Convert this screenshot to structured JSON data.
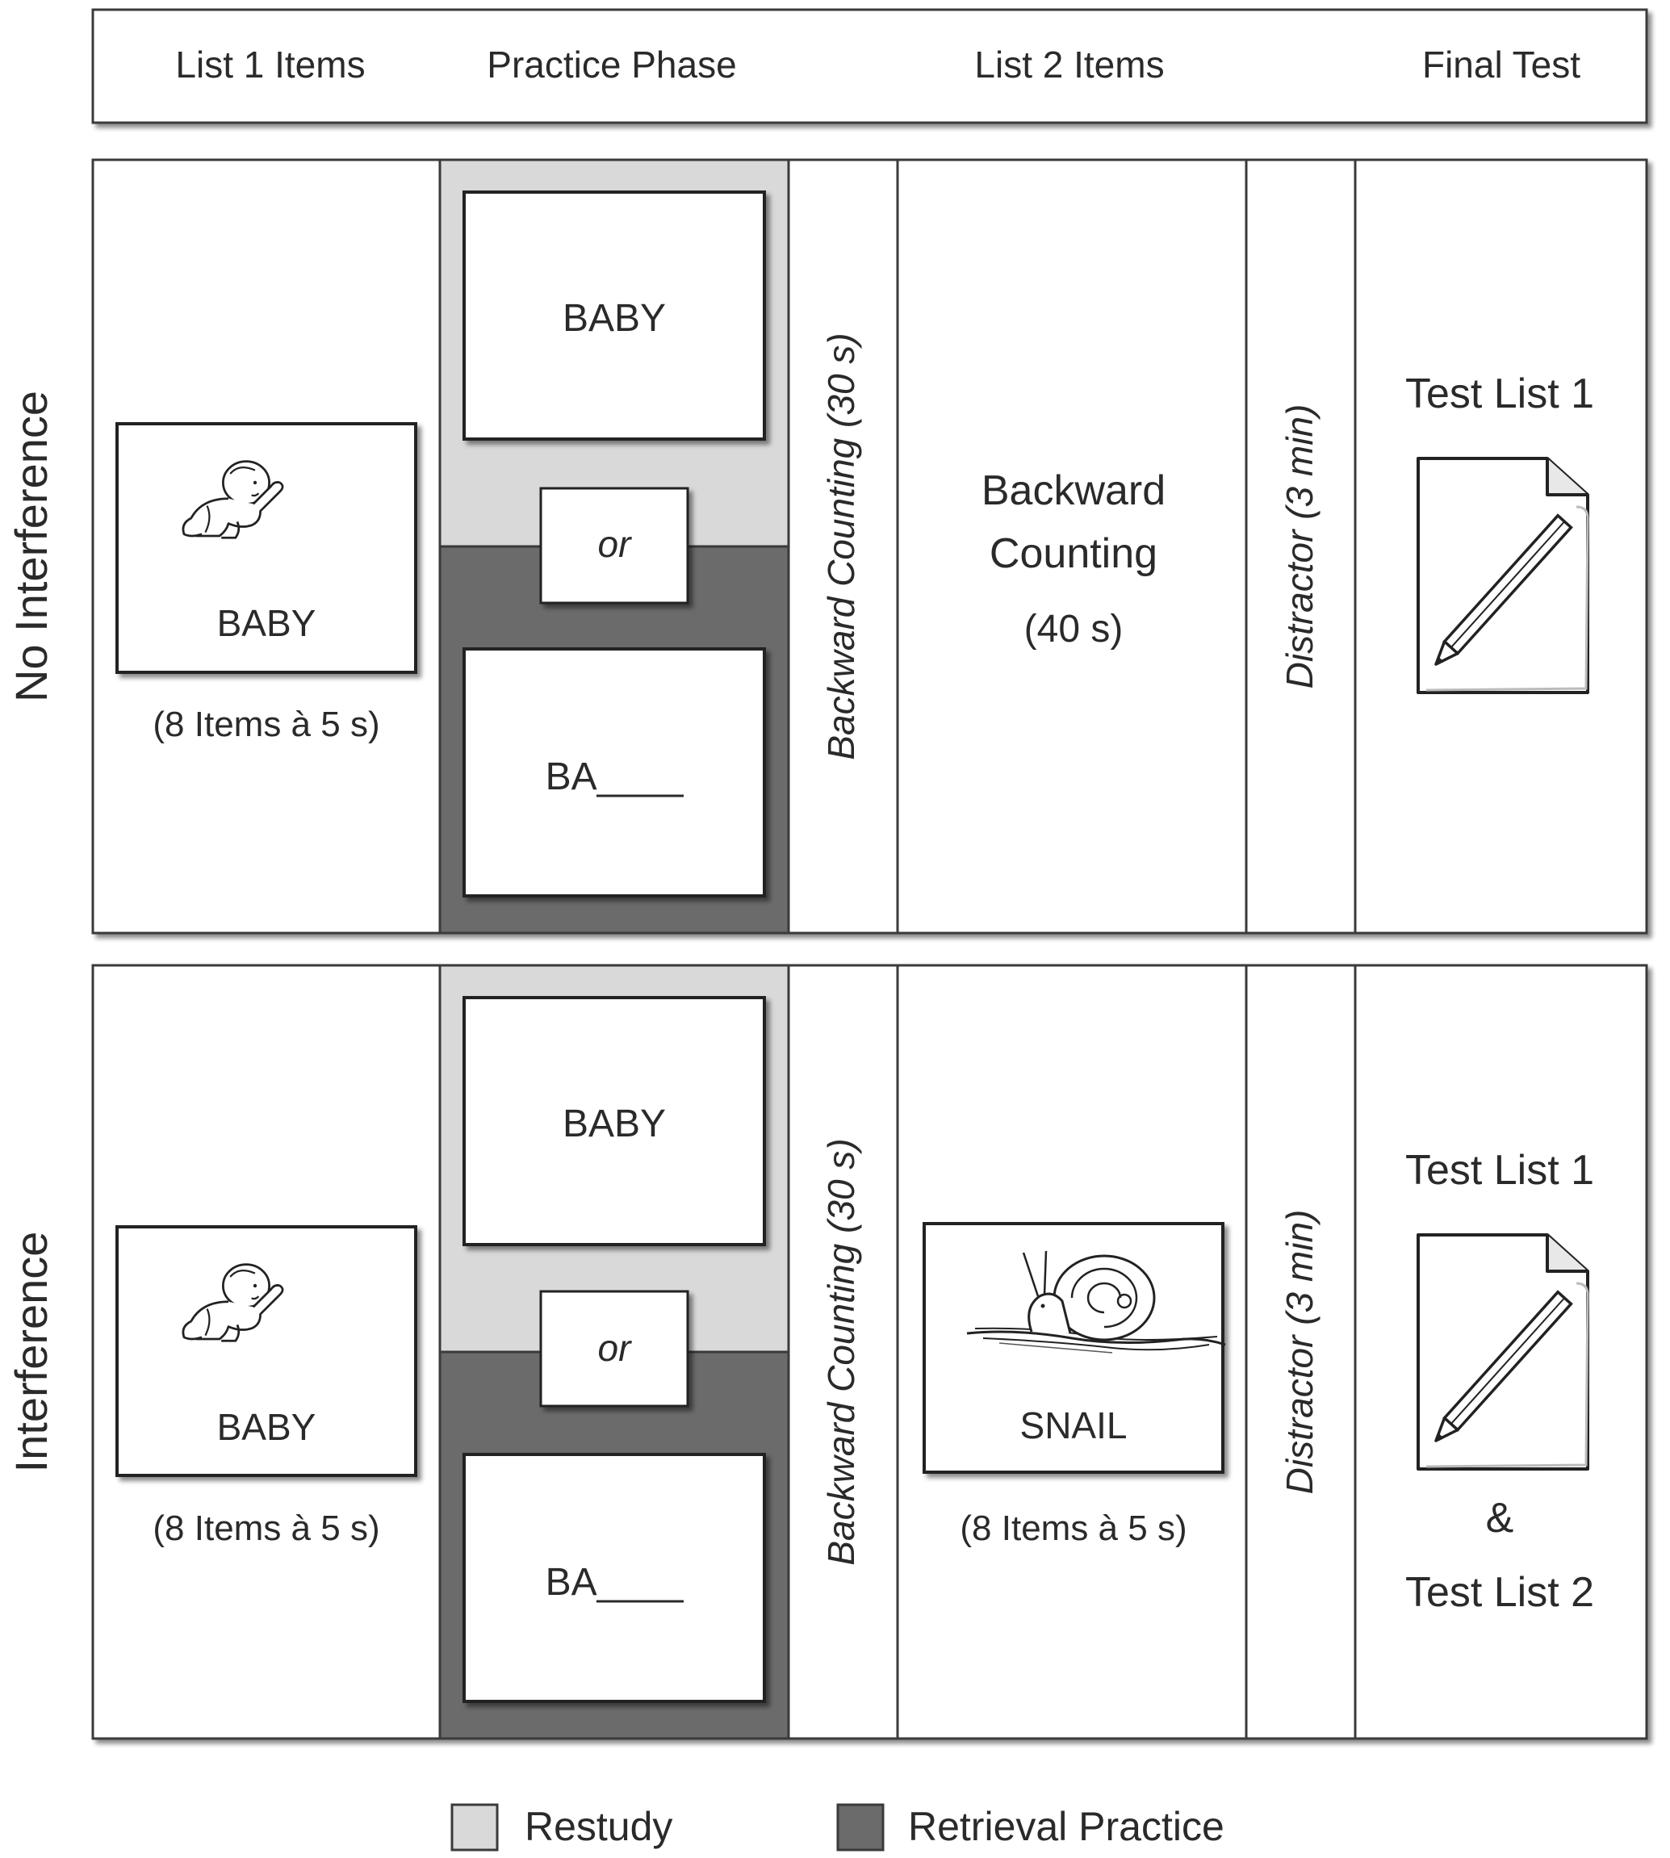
{
  "header": {
    "col1": "List 1 Items",
    "col2": "Practice Phase",
    "col3": "List 2 Items",
    "col4": "Final Test"
  },
  "rows": [
    {
      "label": "No Interference",
      "list1_card_word": "BABY",
      "list1_note": "(8 Items à 5 s)",
      "restudy_word": "BABY",
      "or_text": "or",
      "retrieval_word": "BA____",
      "backward_counting_short": "Backward Counting (30 s)",
      "list2_line1": "Backward",
      "list2_line2": "Counting",
      "list2_line3": "(40 s)",
      "distractor": "Distractor (3 min)",
      "test_line1": "Test List 1"
    },
    {
      "label": "Interference",
      "list1_card_word": "BABY",
      "list1_note": "(8 Items à 5 s)",
      "restudy_word": "BABY",
      "or_text": "or",
      "retrieval_word": "BA____",
      "backward_counting_short": "Backward Counting (30 s)",
      "list2_card_word": "SNAIL",
      "list2_note": "(8 Items à 5 s)",
      "distractor": "Distractor (3 min)",
      "test_line1": "Test List 1",
      "test_amp": "&",
      "test_line2": "Test List 2"
    }
  ],
  "legend": {
    "restudy": "Restudy",
    "retrieval": "Retrieval Practice"
  },
  "colors": {
    "restudy": "#d9d9d9",
    "retrieval": "#6b6b6b",
    "border": "#3a3a3a"
  },
  "icons": [
    "baby-icon",
    "snail-icon",
    "test-sheet-pencil-icon"
  ]
}
